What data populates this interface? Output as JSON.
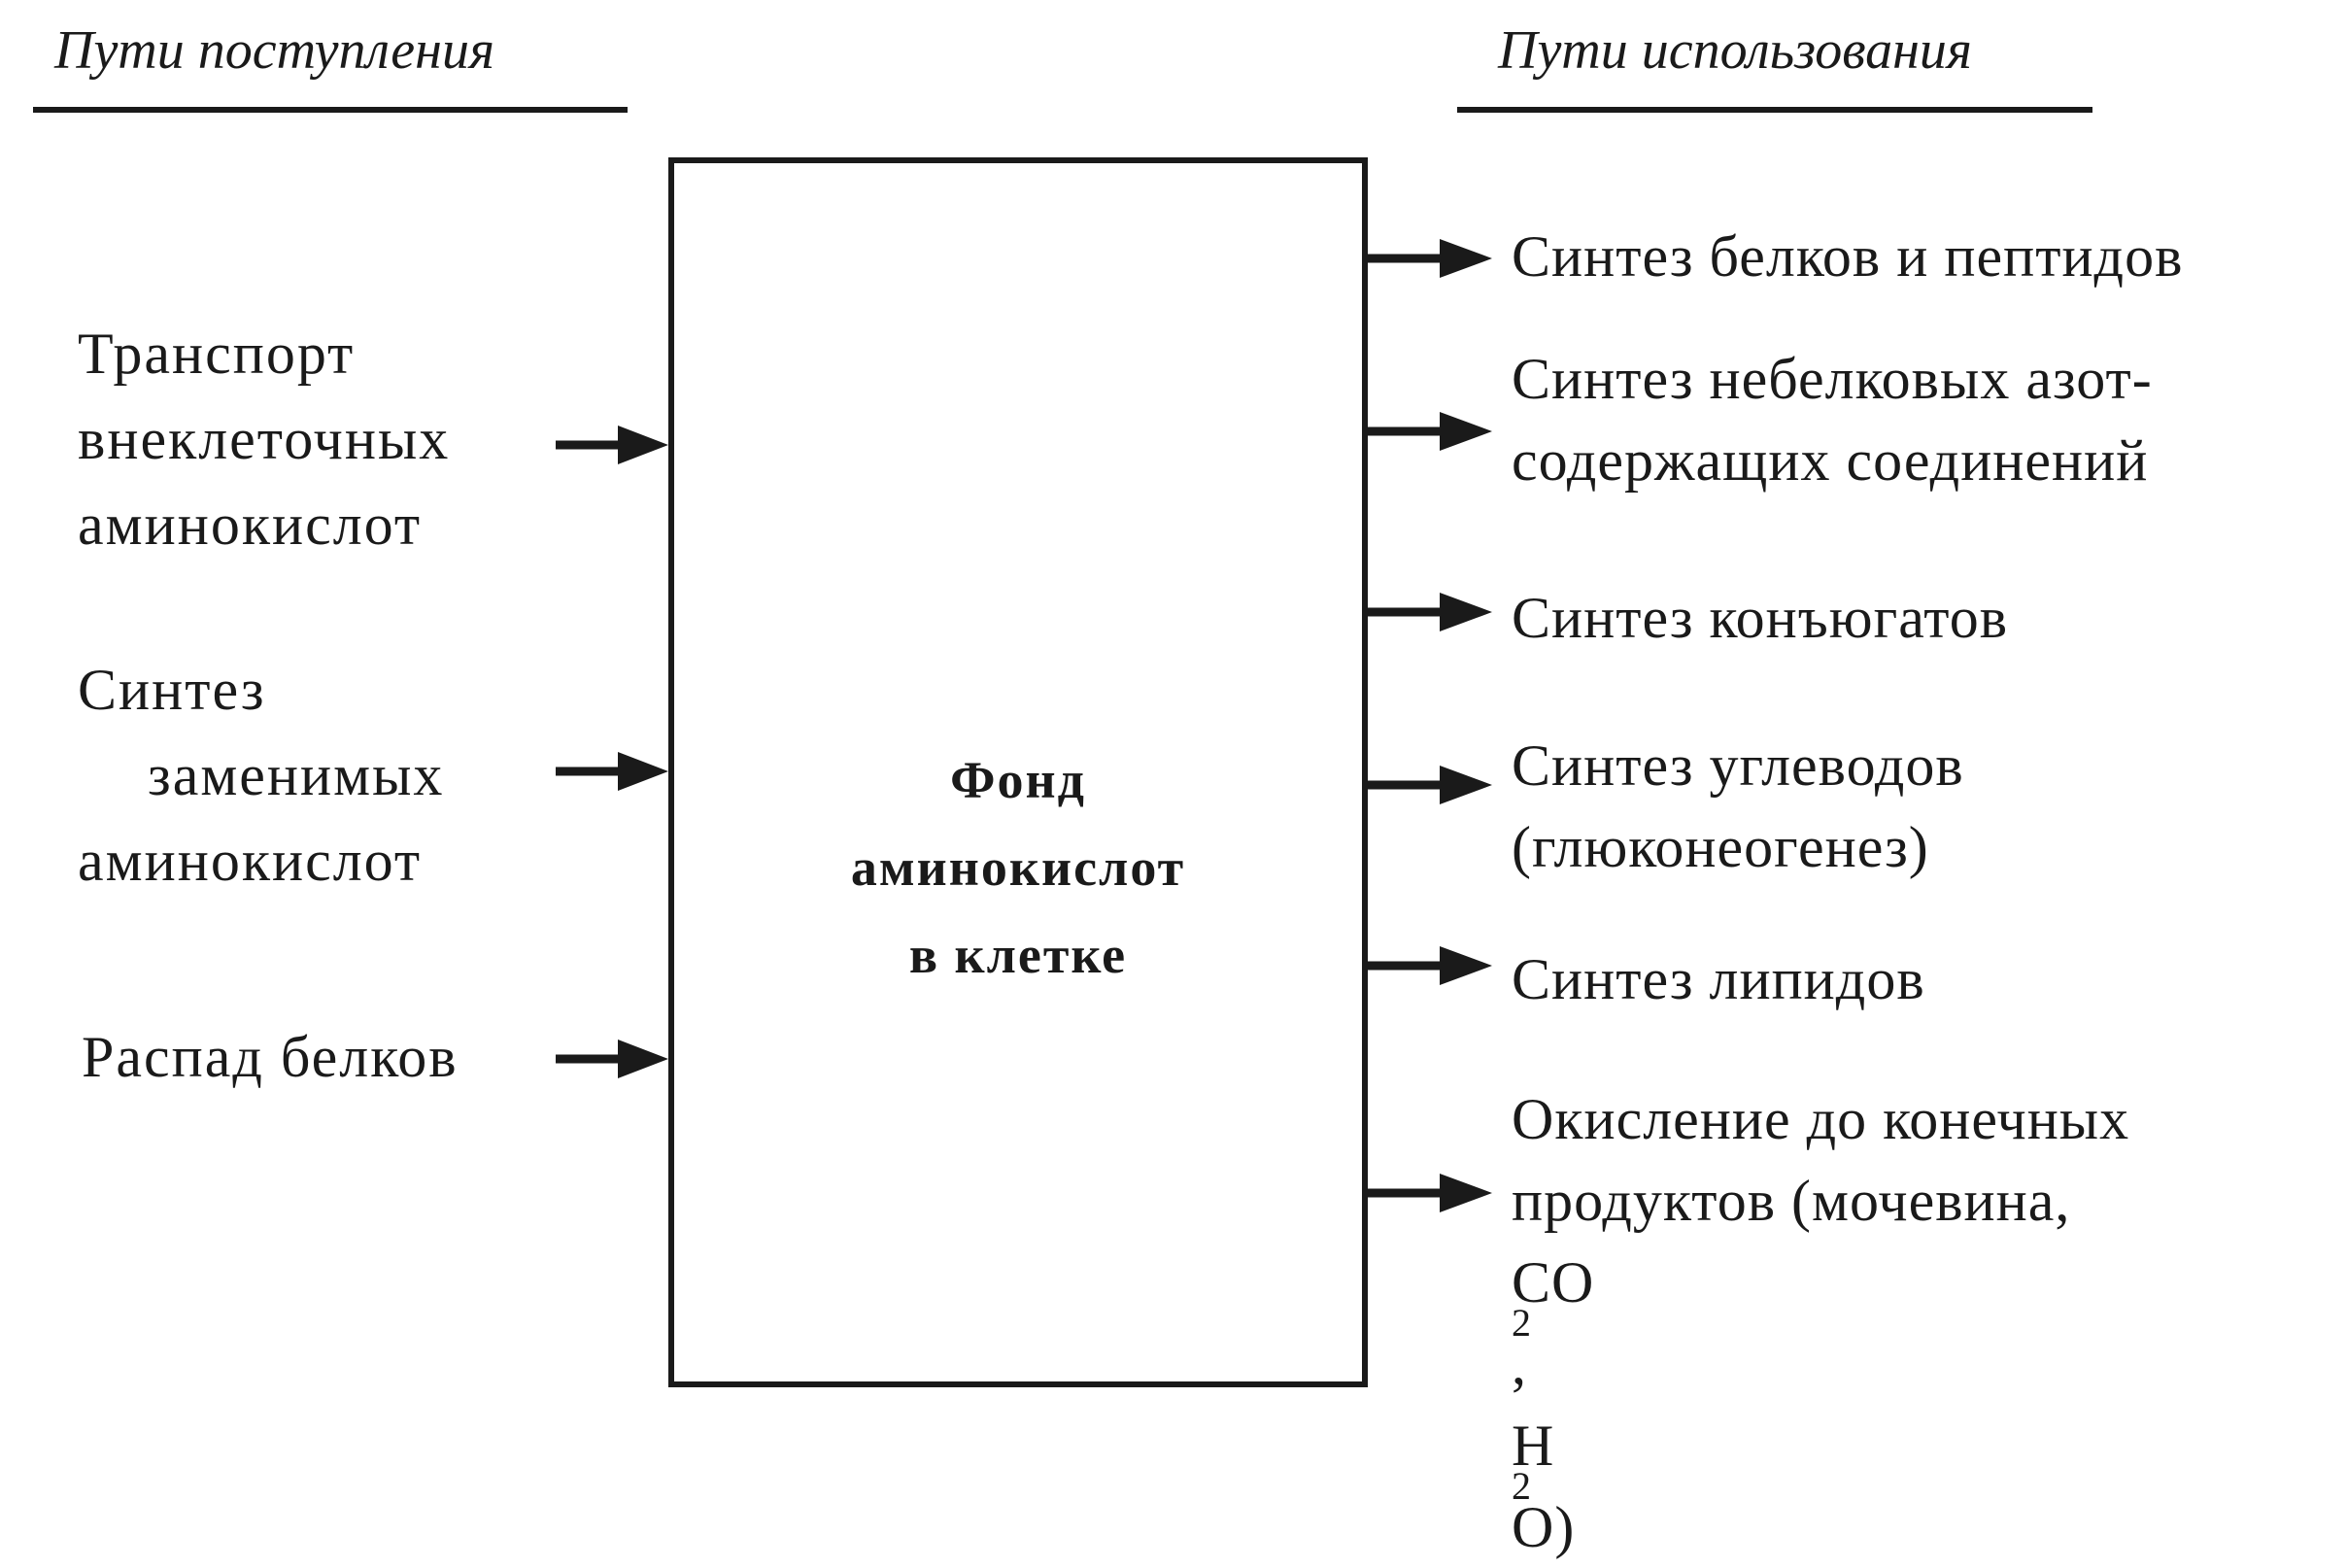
{
  "headers": {
    "left": "Пути поступления",
    "right": "Пути использования"
  },
  "center": {
    "line1": "Фонд",
    "line2": "аминокислот",
    "line3": "в клетке"
  },
  "inputs": [
    {
      "lines": [
        "Транспорт",
        "внеклеточных",
        "аминокислот"
      ]
    },
    {
      "lines": [
        "Синтез",
        "заменимых",
        "аминокислот"
      ]
    },
    {
      "lines": [
        "Распад белков"
      ]
    }
  ],
  "outputs": [
    {
      "lines": [
        "Синтез белков  и пептидов"
      ]
    },
    {
      "lines": [
        "Синтез небелковых азот-",
        "содержащих соединений"
      ]
    },
    {
      "lines": [
        "Синтез конъюгатов"
      ]
    },
    {
      "lines": [
        "Синтез углеводов",
        "(глюконеогенез)"
      ]
    },
    {
      "lines": [
        "Синтез липидов"
      ]
    },
    {
      "lines": [
        "Окисление до конечных",
        "продуктов (мочевина,"
      ],
      "formula": {
        "co": "CO",
        "co_sub": "2",
        "sep": ", ",
        "h": "H",
        "h_sub": "2",
        "o": "O)"
      }
    }
  ]
}
